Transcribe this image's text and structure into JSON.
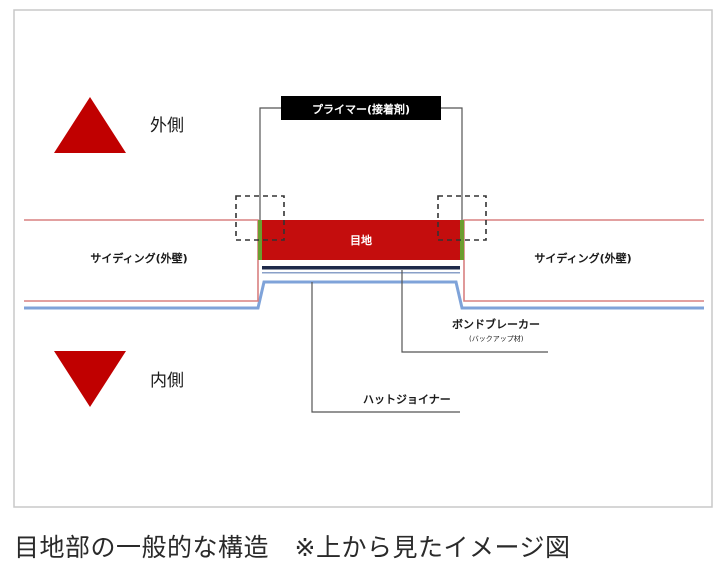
{
  "labels": {
    "outside": "外側",
    "inside": "内側",
    "primer": "プライマー(接着剤)",
    "joint": "目地",
    "siding_left": "サイディング(外壁)",
    "siding_right": "サイディング(外壁)",
    "bond_breaker": "ボンドブレーカー",
    "bond_breaker_sub": "(バックアップ材)",
    "hat_joiner": "ハットジョイナー"
  },
  "caption": "目地部の一般的な構造　※上から見たイメージ図",
  "colors": {
    "arrow_red": "#c00000",
    "siding_outline": "#d88080",
    "joint_fill": "#c40d0d",
    "primer_green": "#6b9e2e",
    "hat_joiner_blue": "#7fa3d9",
    "bond_breaker_navy": "#1e2a4a",
    "frame_gray": "#c8c8c8",
    "leader_gray": "#555555",
    "primer_box": "#000000"
  }
}
